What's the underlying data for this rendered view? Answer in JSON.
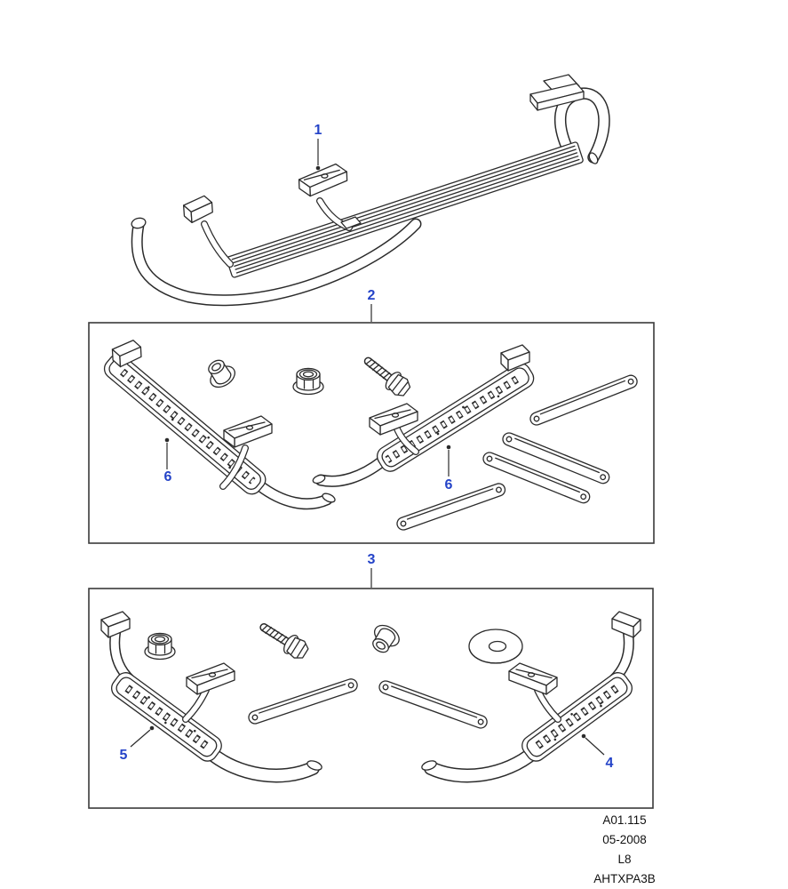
{
  "callouts": {
    "n1": "1",
    "n2": "2",
    "n3": "3",
    "n4": "4",
    "n5": "5",
    "n6_left": "6",
    "n6_right": "6"
  },
  "footer": {
    "ref_code": "A01.115",
    "date": "05-2008",
    "sheet": "L8",
    "part_code": "AHTXPA3B"
  },
  "colors": {
    "callout": "#2443c8",
    "line": "#2b2b2b",
    "background": "#ffffff",
    "box_border": "#3a3a3a"
  }
}
